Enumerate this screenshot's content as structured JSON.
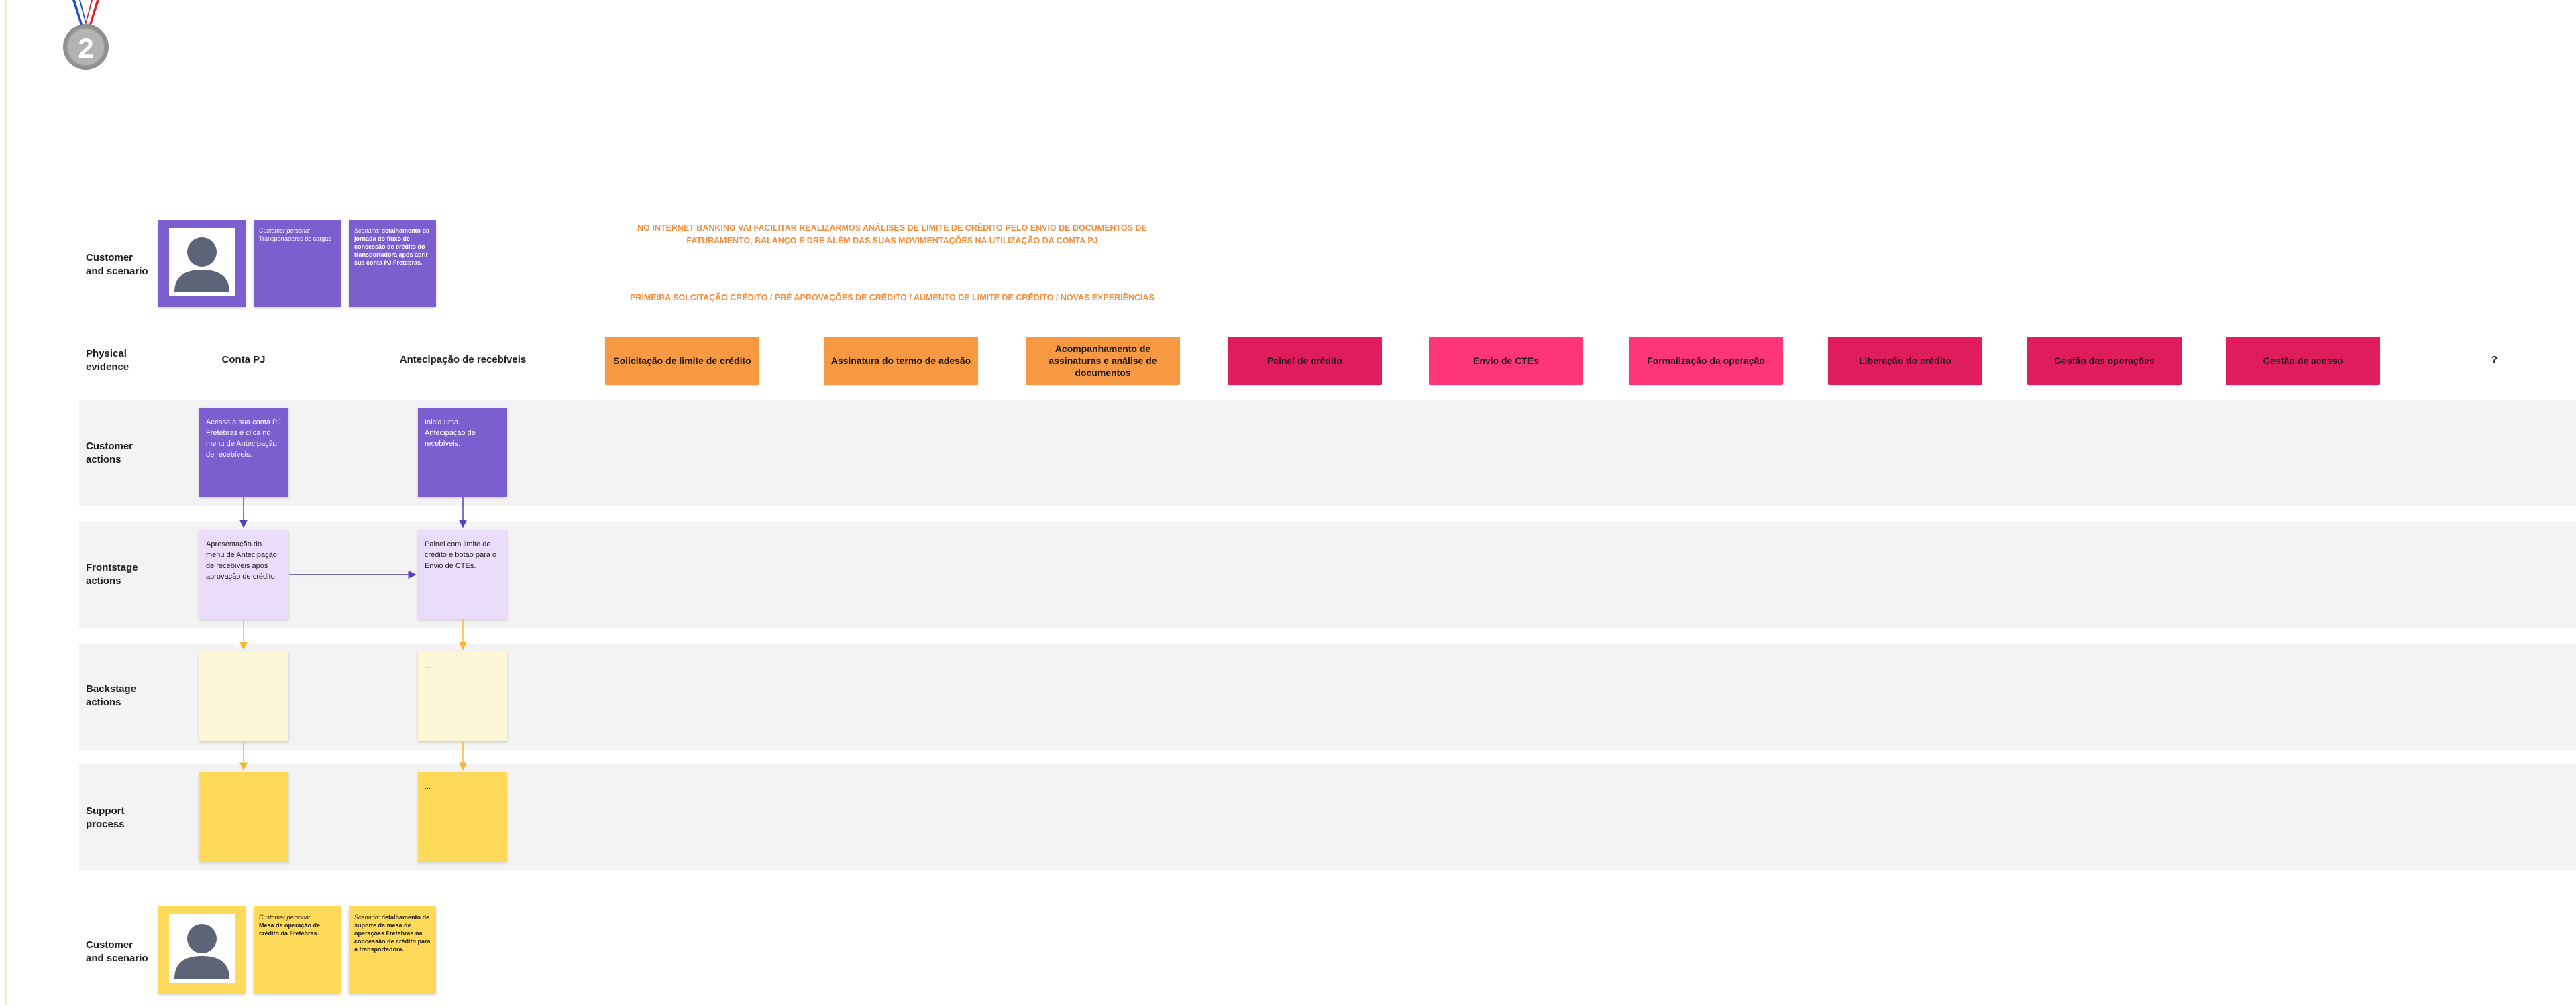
{
  "medal": {
    "number": "2"
  },
  "rows": {
    "customer_scenario_top": "Customer\nand scenario",
    "physical_evidence": "Physical\nevidence",
    "customer_actions": "Customer\nactions",
    "frontstage": "Frontstage\nactions",
    "backstage": "Backstage\nactions",
    "support": "Support\nprocess",
    "customer_scenario_bottom": "Customer\nand scenario"
  },
  "top_scenario": {
    "persona_label": "Customer persona:",
    "persona_value": "Transportadores de cargas",
    "scenario_label": "Scenario:",
    "scenario_value": "detalhamento da jornada do fluxo de concessão de crédito do transportadora após abrir sua conta PJ Fretebras."
  },
  "headlines": {
    "line1": "NO INTERNET BANKING VAI FACILITAR REALIZARMOS ANÁLISES DE LIMITE DE CRÉDITO PELO ENVIO DE DOCUMENTOS DE",
    "line2": "FATURAMENTO, BALANÇO E DRE ALÉM DAS SUAS MOVIMENTAÇÕES NA UTILIZAÇÃO DA CONTA PJ",
    "line3": "PRIMEIRA SOLCITAÇÃO CRÉDITO / PRÉ APROVAÇÕES DE CRÉDITO / AUMENTO DE LIMITE DE CRÉDITO / NOVAS EXPERIÊNCIAS"
  },
  "evidence": {
    "conta_pj": "Conta PJ",
    "antecipacao": "Antecipação de recebíveis",
    "question": "?"
  },
  "stages": [
    {
      "label": "Solicitação de limite de crédito",
      "color": "#f79843"
    },
    {
      "label": "Assinatura do termo de adesão",
      "color": "#f79843"
    },
    {
      "label": "Acompanhamento de assinaturas e análise de documentos",
      "color": "#f79843"
    },
    {
      "label": "Painel de crédito",
      "color": "#df1d5c"
    },
    {
      "label": "Envio de CTEs",
      "color": "#ff3579"
    },
    {
      "label": "Formalização da operação",
      "color": "#ff3579"
    },
    {
      "label": "Liberação do crédito",
      "color": "#df1d5c"
    },
    {
      "label": "Gestão das operações",
      "color": "#df1d5c"
    },
    {
      "label": "Gestão de acesso",
      "color": "#df1d5c"
    }
  ],
  "cards": {
    "customer_1": "Acessa a sua conta PJ Fretebras e clica no menu de Antecipação de recebíveis.",
    "customer_2": "Inicia uma Antecipação de recebíveis.",
    "frontstage_1": "Apresentação do menu de Antecipação de recebíveis após aprovação de crédito.",
    "frontstage_2": "Painel com limite de crédito e botão para o Envio de CTEs.",
    "backstage_1": "...",
    "backstage_2": "...",
    "support_1": "...",
    "support_2": "..."
  },
  "bottom_scenario": {
    "persona_label": "Customer persona:",
    "persona_value": "Mesa de operação de crédito da Fretebras.",
    "scenario_label": "Scenario:",
    "scenario_value": "detalhamento de suporte da mesa de operações Fretebras na concessão de crédito para a transportadora."
  },
  "colors": {
    "purple": "#7b5fcf",
    "lilac": "#e9ddfb",
    "cream": "#fdf7d6",
    "yellow": "#ffd95a",
    "orange": "#f79843",
    "magenta": "#df1d5c",
    "pink": "#ff3579",
    "headline": "#f2903f"
  }
}
